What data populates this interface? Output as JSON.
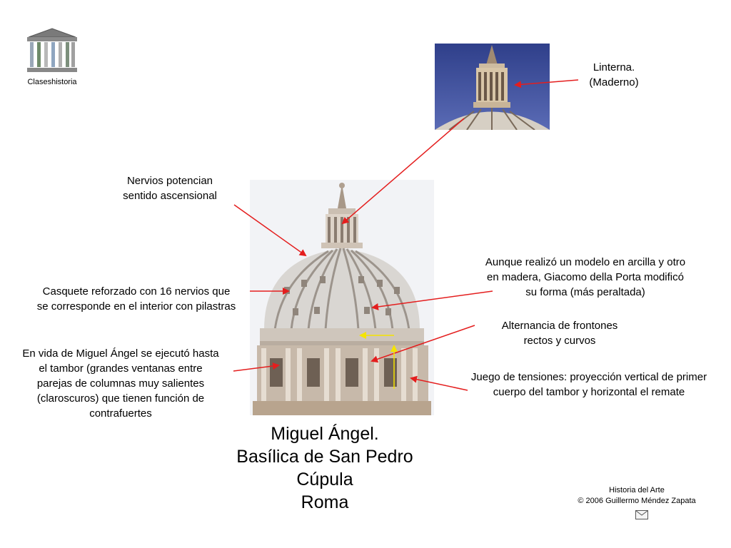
{
  "logo": {
    "label": "Claseshistoria",
    "icon": "greek-temple-icon"
  },
  "title": {
    "line1": "Miguel Ángel.",
    "line2": "Basílica de San Pedro",
    "line3": "Cúpula",
    "line4": "Roma"
  },
  "notes": {
    "linterna": {
      "line1": "Linterna.",
      "line2": "(Maderno)"
    },
    "nervios": {
      "line1": "Nervios potencian",
      "line2": "sentido ascensional"
    },
    "casquete": {
      "line1": "Casquete reforzado con 16 nervios que",
      "line2": "se corresponde en el interior con pilastras"
    },
    "tambor": {
      "line1": "En vida de Miguel Ángel se ejecutó  hasta",
      "line2": "el tambor (grandes ventanas entre",
      "line3": "parejas de columnas muy salientes",
      "line4": "(claroscuros) que tienen función de",
      "line5": "contrafuertes"
    },
    "modelo": {
      "line1": "Aunque realizó un modelo en arcilla y otro",
      "line2": "en madera, Giacomo della Porta modificó",
      "line3": "su forma (más peraltada)"
    },
    "frontones": {
      "line1": "Alternancia de frontones",
      "line2": "rectos y curvos"
    },
    "tensiones": {
      "line1": "Juego de tensiones: proyección vertical de primer",
      "line2": "cuerpo del tambor y horizontal el remate"
    }
  },
  "footer": {
    "line1": "Historia del Arte",
    "line2": "© 2006 Guillermo Méndez Zapata",
    "icon": "envelope-icon"
  },
  "colors": {
    "arrow_red": "#e41e1e",
    "arrow_yellow": "#f5e400",
    "sky": "#3f4f9a"
  }
}
